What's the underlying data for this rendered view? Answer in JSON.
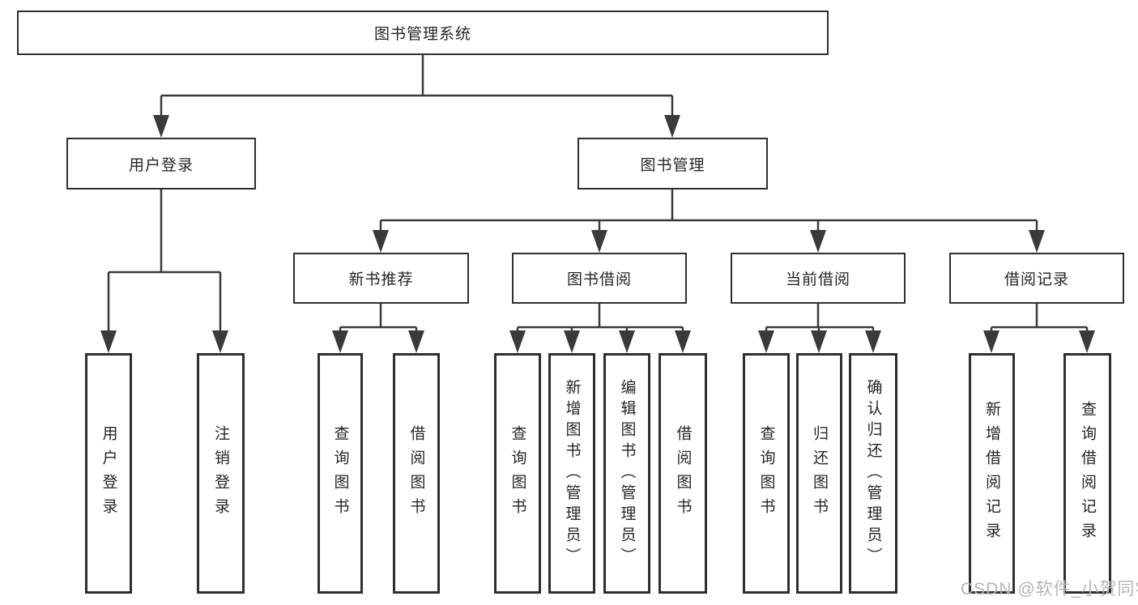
{
  "diagram": {
    "root": {
      "label": "图书管理系统"
    },
    "level2": [
      {
        "label": "用户登录"
      },
      {
        "label": "图书管理"
      }
    ],
    "level3": [
      {
        "label": "新书推荐"
      },
      {
        "label": "图书借阅"
      },
      {
        "label": "当前借阅"
      },
      {
        "label": "借阅记录"
      }
    ],
    "leaves": [
      {
        "label": "用户登录",
        "parent": "用户登录"
      },
      {
        "label": "注销登录",
        "parent": "用户登录"
      },
      {
        "label": "查询图书",
        "parent": "新书推荐"
      },
      {
        "label": "借阅图书",
        "parent": "新书推荐"
      },
      {
        "label": "查询图书",
        "parent": "图书借阅"
      },
      {
        "label": "新增图书（管理员）",
        "parent": "图书借阅"
      },
      {
        "label": "编辑图书（管理员）",
        "parent": "图书借阅"
      },
      {
        "label": "借阅图书",
        "parent": "图书借阅"
      },
      {
        "label": "查询图书",
        "parent": "当前借阅"
      },
      {
        "label": "归还图书",
        "parent": "当前借阅"
      },
      {
        "label": "确认归还（管理员）",
        "parent": "当前借阅"
      },
      {
        "label": "新增借阅记录",
        "parent": "借阅记录"
      },
      {
        "label": "查询借阅记录",
        "parent": "借阅记录"
      }
    ],
    "watermark": "CSDN @软件_小贺同学",
    "colors": {
      "line": "#3a3a3a",
      "border": "#2f2f2f",
      "text": "#262626",
      "watermark": "#b5b5b5",
      "background": "#ffffff"
    }
  }
}
